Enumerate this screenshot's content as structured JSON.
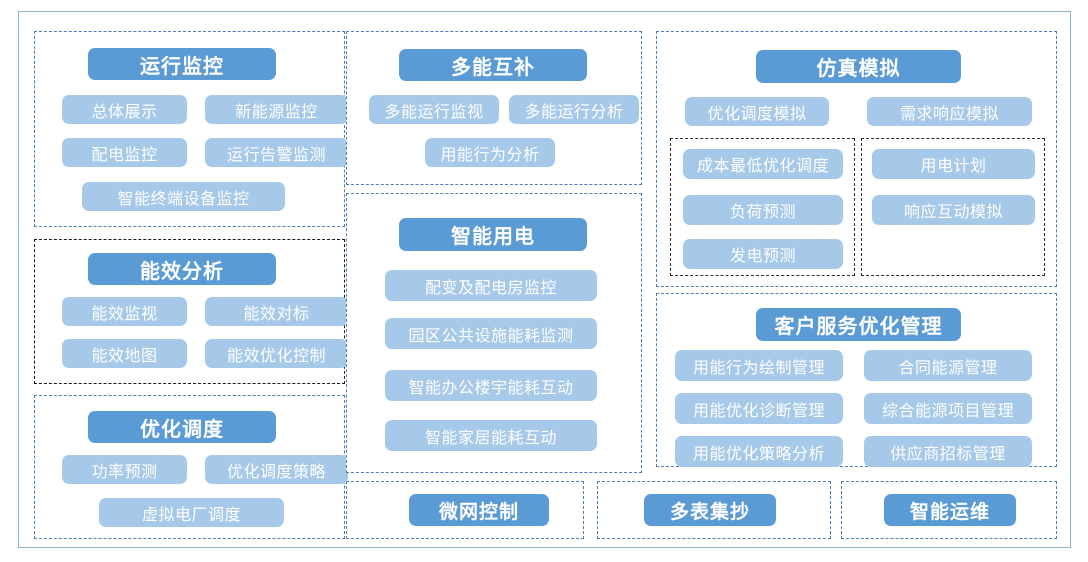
{
  "theme": {
    "header_blue": "#5b9bd5",
    "chip_blue": "#a6c9ea",
    "panel_dash_blue": "#4a7fb5",
    "panel_dash_dark": "#1a1a1a",
    "outer_border": "#8fb3ce",
    "text_on_fill": "#ffffff",
    "page_background": "#ffffff"
  },
  "panels": {
    "operation_monitoring": {
      "title": "运行监控",
      "items": [
        "总体展示",
        "新能源监控",
        "配电监控",
        "运行告警监测",
        "智能终端设备监控"
      ]
    },
    "energy_efficiency": {
      "title": "能效分析",
      "items": [
        "能效监视",
        "能效对标",
        "能效地图",
        "能效优化控制"
      ]
    },
    "optimal_dispatch": {
      "title": "优化调度",
      "items": [
        "功率预测",
        "优化调度策略",
        "虚拟电厂调度"
      ]
    },
    "multi_energy": {
      "title": "多能互补",
      "items": [
        "多能运行监视",
        "多能运行分析",
        "用能行为分析"
      ]
    },
    "smart_power": {
      "title": "智能用电",
      "items": [
        "配变及配电房监控",
        "园区公共设施能耗监测",
        "智能办公楼宇能耗互动",
        "智能家居能耗互动"
      ]
    },
    "simulation": {
      "title": "仿真模拟",
      "items": [
        "优化调度模拟",
        "需求响应模拟"
      ],
      "left_group": [
        "成本最低优化调度",
        "负荷预测",
        "发电预测"
      ],
      "right_group": [
        "用电计划",
        "响应互动模拟"
      ]
    },
    "customer_service": {
      "title": "客户服务优化管理",
      "items": [
        "用能行为绘制管理",
        "合同能源管理",
        "用能优化诊断管理",
        "综合能源项目管理",
        "用能优化策略分析",
        "供应商招标管理"
      ]
    },
    "microgrid_control": {
      "title": "微网控制"
    },
    "multi_meter_reading": {
      "title": "多表集抄"
    },
    "smart_om": {
      "title": "智能运维"
    }
  }
}
